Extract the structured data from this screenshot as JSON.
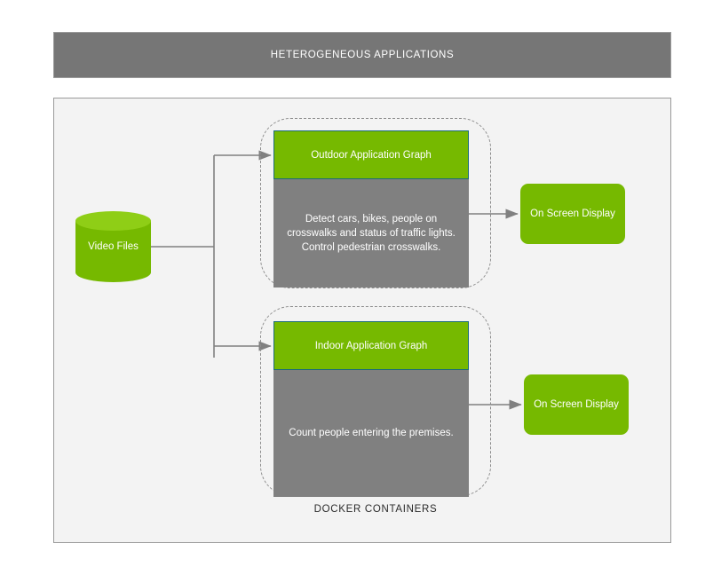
{
  "header": {
    "title": "HETEROGENEOUS APPLICATIONS"
  },
  "source": {
    "label": "Video Files",
    "shape": "cylinder-icon"
  },
  "docker": {
    "label": "DOCKER CONTAINERS",
    "containers": [
      {
        "id": "outdoor",
        "header": "Outdoor Application Graph",
        "body": "Detect cars, bikes, people on crosswalks and status of traffic lights. Control pedestrian crosswalks.",
        "output": "On Screen Display"
      },
      {
        "id": "indoor",
        "header": "Indoor Application Graph",
        "body": "Count people entering the premises.",
        "output": "On Screen Display"
      }
    ]
  },
  "outputs": {
    "outdoor_label": "On Screen Display",
    "indoor_label": "On Screen Display"
  },
  "colors": {
    "brand_green": "#76b900",
    "cylinder_top_green": "#8fce16",
    "gray_body": "#808080",
    "header_gray": "#767676",
    "panel_bg": "#f3f3f3",
    "connector": "#808080",
    "dashed_border": "#8d8d8d"
  }
}
